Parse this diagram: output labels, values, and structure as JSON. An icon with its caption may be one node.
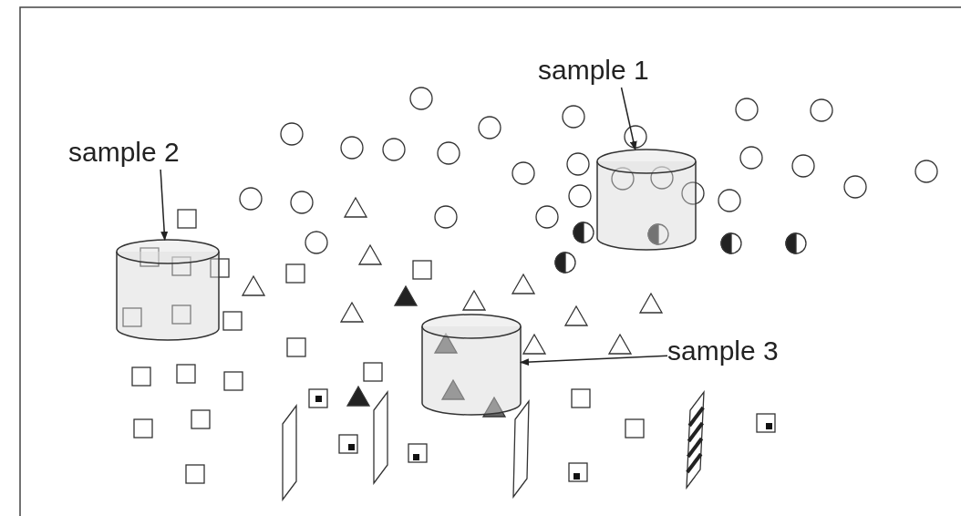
{
  "diagram": {
    "nodes": [
      {
        "text": [
          "sample 1"
        ]
      },
      {
        "text": [
          "sample 2"
        ]
      },
      {
        "text": [],
        "shape": "cylinder"
      },
      {
        "text": [],
        "shape": "cylinder"
      },
      {
        "text": [],
        "shape": "cylinder"
      },
      {
        "text": [
          "sample 3"
        ]
      }
    ],
    "edges": [
      {
        "from": 0,
        "to": 2,
        "arrow": "to"
      },
      {
        "from": 1,
        "to": 3,
        "arrow": "to"
      },
      {
        "from": 5,
        "to": 4,
        "arrow": "to"
      }
    ]
  }
}
